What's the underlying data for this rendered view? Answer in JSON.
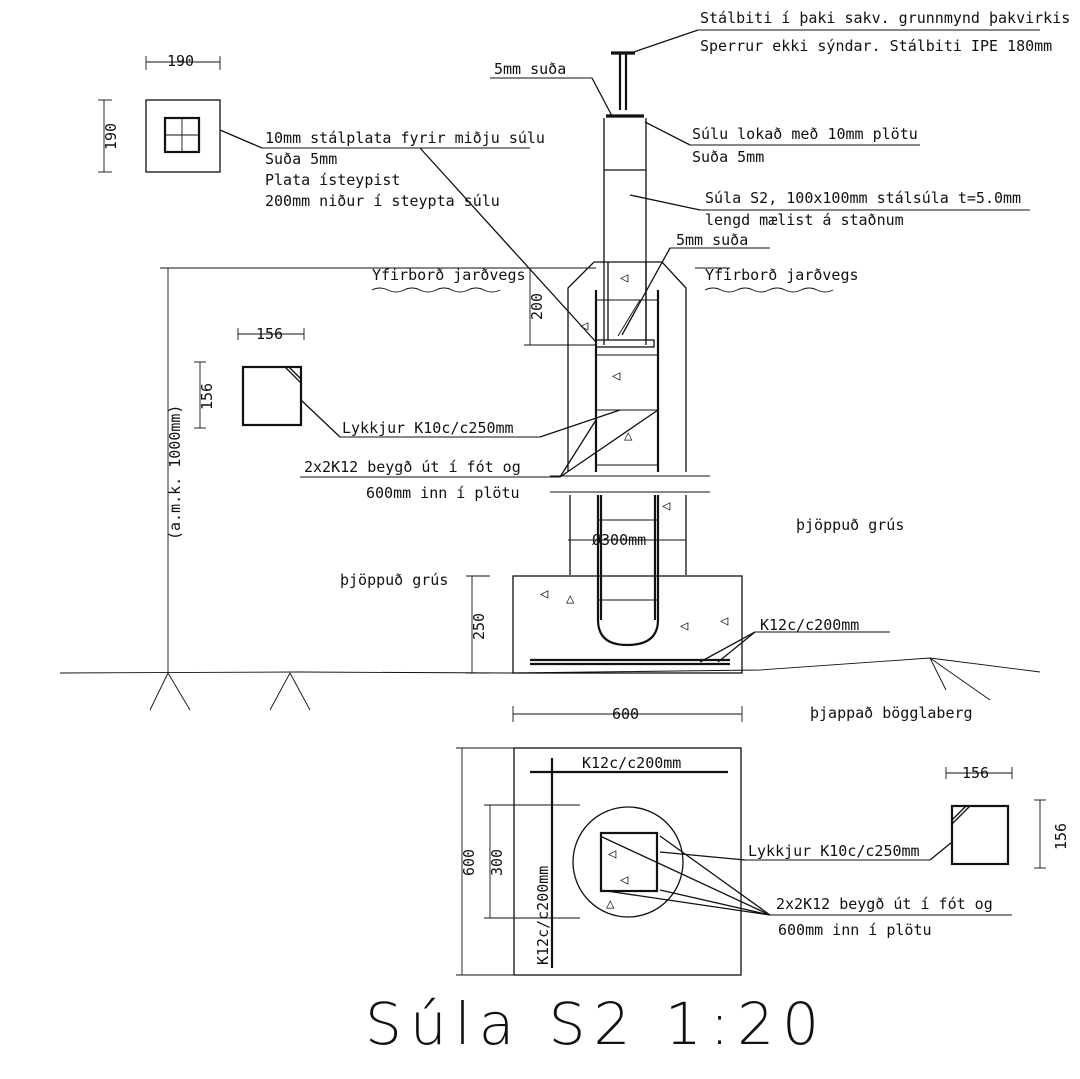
{
  "title": "Súla S2 1:20",
  "top_labels": {
    "steel_beam_1": "Stálbiti í þaki sakv. grunnmynd þakvirkis",
    "steel_beam_2": "Sperrur ekki sýndar. Stálbiti IPE 180mm",
    "weld_top": "5mm suða",
    "plate_1": "10mm stálplata fyrir miðju súlu",
    "plate_2": "Suða 5mm",
    "plate_3": "Plata ísteypist",
    "plate_4": "200mm niður í steypta súlu",
    "closed_1": "Súlu lokað með 10mm plötu",
    "closed_2": "Suða 5mm",
    "column_1": "Súla S2, 100x100mm stálsúla t=5.0mm",
    "column_2": "lengd mælist á staðnum",
    "weld_mid": "5mm suða",
    "ground_left": "Yfirborð jarðvegs",
    "ground_right": "Yfirborð jarðvegs"
  },
  "mid_labels": {
    "stirrup": "Lykkjur K10c/c250mm",
    "bars_1": "2x2K12 beygð út í fót og",
    "bars_2": "600mm inn í plötu",
    "gravel_right": "þjöppuð grús",
    "gravel_left": "þjöppuð grús",
    "rebar_foot": "K12c/c200mm",
    "bedrock": "þjappað bögglaberg",
    "diameter": "Ø300mm"
  },
  "plan_labels": {
    "rebar_h": "K12c/c200mm",
    "rebar_v": "K12c/c200mm",
    "stirrup": "Lykkjur K10c/c250mm",
    "bars_1": "2x2K12 beygð út í fót og",
    "bars_2": "600mm inn í plötu"
  },
  "dimensions": {
    "plate_w": "190",
    "plate_h": "190",
    "stirrup_w": "156",
    "stirrup_h": "156",
    "embed": "200",
    "depth": "(a.m.k. 1000mm)",
    "foot_h": "250",
    "foot_w": "600",
    "plan_h": "600",
    "plan_inner": "300",
    "plan_stirrup_w": "156",
    "plan_stirrup_h": "156"
  }
}
